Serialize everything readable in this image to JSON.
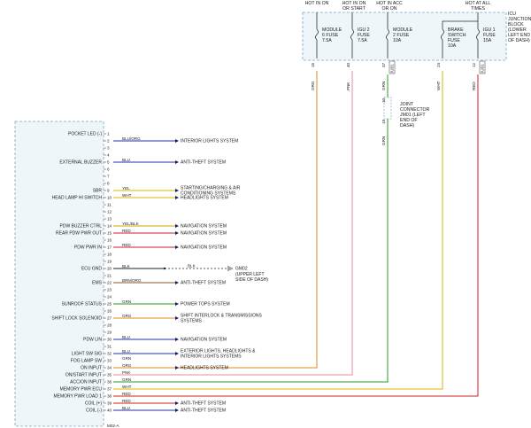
{
  "colors": {
    "BLU": "#2233aa",
    "BLU/ORG": "#2233aa",
    "YEL": "#d4b800",
    "YEL/BLK": "#c8a800",
    "WHT": "#d8b600",
    "RED": "#cc2222",
    "BLK": "#222222",
    "BRN/ORG": "#8a5a2b",
    "GRN": "#2a9a2a",
    "ORG": "#e08a20",
    "PNK": "#e88aa0",
    "box_fill": "#eef6fa",
    "dash": "#7aa6c0"
  },
  "top": {
    "power_labels": [
      "HOT IN ON",
      "HOT IN ON OR START",
      "HOT IN ACC OR ON",
      "HOT AT ALL TIMES"
    ],
    "fuses": [
      {
        "name": "MODULE 6 FUSE 7.5A",
        "pin": "15",
        "wire_color": "ORG"
      },
      {
        "name": "IGU 2 FUSE 7.5A",
        "pin": "40",
        "wire_color": "PNK"
      },
      {
        "name": "MODULE 2 FUSE 10A",
        "pin": "37",
        "wire_color": "GRN",
        "connector": "IU01"
      },
      {
        "name": "BRAKE SWITCH FUSE 10A",
        "pin": "24",
        "wire_color": "WHT"
      },
      {
        "name": "IGU 1 FUSE 15A",
        "pin": "12",
        "wire_color": "RED",
        "connector": "IU01"
      }
    ],
    "block_label": "ICU JUNCTION BLOCK (LOWER LEFT END OF DASH)",
    "joint_label": "JOINT CONNECTOR JM01 (LEFT END OF DASH)",
    "joint_pins": [
      "10",
      "19"
    ],
    "joint_wire": "GRN"
  },
  "left": {
    "bottom_conn": "M02-A",
    "rows": [
      {
        "pin": "1",
        "sig": "POCKET LED (-)",
        "color": "",
        "dest": ""
      },
      {
        "pin": "2",
        "sig": "",
        "color": "BLU/ORG",
        "dest": "INTERIOR LIGHTS SYSTEM"
      },
      {
        "pin": "3",
        "sig": "",
        "color": "",
        "dest": ""
      },
      {
        "pin": "4",
        "sig": "",
        "color": "",
        "dest": ""
      },
      {
        "pin": "5",
        "sig": "EXTERNAL BUZZER",
        "color": "BLU",
        "dest": "ANTI-THEFT SYSTEM"
      },
      {
        "pin": "6",
        "sig": "",
        "color": "",
        "dest": ""
      },
      {
        "pin": "7",
        "sig": "",
        "color": "",
        "dest": ""
      },
      {
        "pin": "8",
        "sig": "",
        "color": "",
        "dest": ""
      },
      {
        "pin": "9",
        "sig": "SBR",
        "color": "YEL",
        "dest": "STARTING/CHARGING & AIR CONDITIONING SYSTEMS"
      },
      {
        "pin": "10",
        "sig": "HEAD LAMP HI SWITCH",
        "color": "WHT",
        "dest": "HEADLIGHTS SYSTEM"
      },
      {
        "pin": "11",
        "sig": "",
        "color": "",
        "dest": ""
      },
      {
        "pin": "12",
        "sig": "",
        "color": "",
        "dest": ""
      },
      {
        "pin": "13",
        "sig": "",
        "color": "",
        "dest": ""
      },
      {
        "pin": "14",
        "sig": "PDW BUZZER CTRL",
        "color": "YEL/BLK",
        "dest": "NAVIGATION SYSTEM"
      },
      {
        "pin": "15",
        "sig": "REAR PDW PWR OUT",
        "color": "RED",
        "dest": "NAVIGATION SYSTEM"
      },
      {
        "pin": "16",
        "sig": "",
        "color": "",
        "dest": ""
      },
      {
        "pin": "17",
        "sig": "PDW PWR IN",
        "color": "RED",
        "dest": "NAVIGATION SYSTEM"
      },
      {
        "pin": "18",
        "sig": "",
        "color": "",
        "dest": ""
      },
      {
        "pin": "19",
        "sig": "",
        "color": "",
        "dest": ""
      },
      {
        "pin": "20",
        "sig": "ECU GND",
        "color": "BLK",
        "dest": ""
      },
      {
        "pin": "21",
        "sig": "",
        "color": "",
        "dest": ""
      },
      {
        "pin": "22",
        "sig": "EMS",
        "color": "BRN/ORG",
        "dest": "ANTI-THEFT SYSTEM"
      },
      {
        "pin": "23",
        "sig": "",
        "color": "",
        "dest": ""
      },
      {
        "pin": "24",
        "sig": "",
        "color": "",
        "dest": ""
      },
      {
        "pin": "25",
        "sig": "SUNROOF STATUS",
        "color": "GRN",
        "dest": "POWER TOPS SYSTEM"
      },
      {
        "pin": "26",
        "sig": "",
        "color": "",
        "dest": ""
      },
      {
        "pin": "27",
        "sig": "SHIFT LOCK SOLENOID",
        "color": "ORG",
        "dest": "SHIFT INTERLOCK & TRANSMISSIONS SYSTEMS"
      },
      {
        "pin": "28",
        "sig": "",
        "color": "",
        "dest": ""
      },
      {
        "pin": "29",
        "sig": "",
        "color": "",
        "dest": ""
      },
      {
        "pin": "30",
        "sig": "PDW LIN",
        "color": "BLU",
        "dest": "NAVIGATION SYSTEM"
      },
      {
        "pin": "31",
        "sig": "",
        "color": "",
        "dest": ""
      },
      {
        "pin": "32",
        "sig": "LIGHT SW SIG",
        "color": "BLU",
        "dest": "EXTERIOR LIGHTS, HEADLIGHTS & INTERIOR LIGHTS SYSTEMS"
      },
      {
        "pin": "33",
        "sig": "FOG LAMP SW",
        "color": "GRN",
        "dest": ""
      },
      {
        "pin": "34",
        "sig": "ON INPUT",
        "color": "ORG",
        "dest": "HEADLIGHTS SYSTEM"
      },
      {
        "pin": "35",
        "sig": "ON/START INPUT",
        "color": "PNK",
        "dest": ""
      },
      {
        "pin": "36",
        "sig": "ACC/ON INPUT",
        "color": "GRN",
        "dest": ""
      },
      {
        "pin": "37",
        "sig": "MEMORY PWR ECU",
        "color": "WHT",
        "dest": ""
      },
      {
        "pin": "38",
        "sig": "MEMORY PWR LOAD 1",
        "color": "RED",
        "dest": ""
      },
      {
        "pin": "39",
        "sig": "COIL (+)",
        "color": "RED",
        "dest": "ANTI-THEFT SYSTEM"
      },
      {
        "pin": "40",
        "sig": "COIL (-)",
        "color": "BLU",
        "dest": "ANTI-THEFT SYSTEM"
      }
    ]
  },
  "ground": {
    "color": "BLK",
    "name": "GM02",
    "desc": "(UPPER LEFT SIDE OF DASH)"
  }
}
